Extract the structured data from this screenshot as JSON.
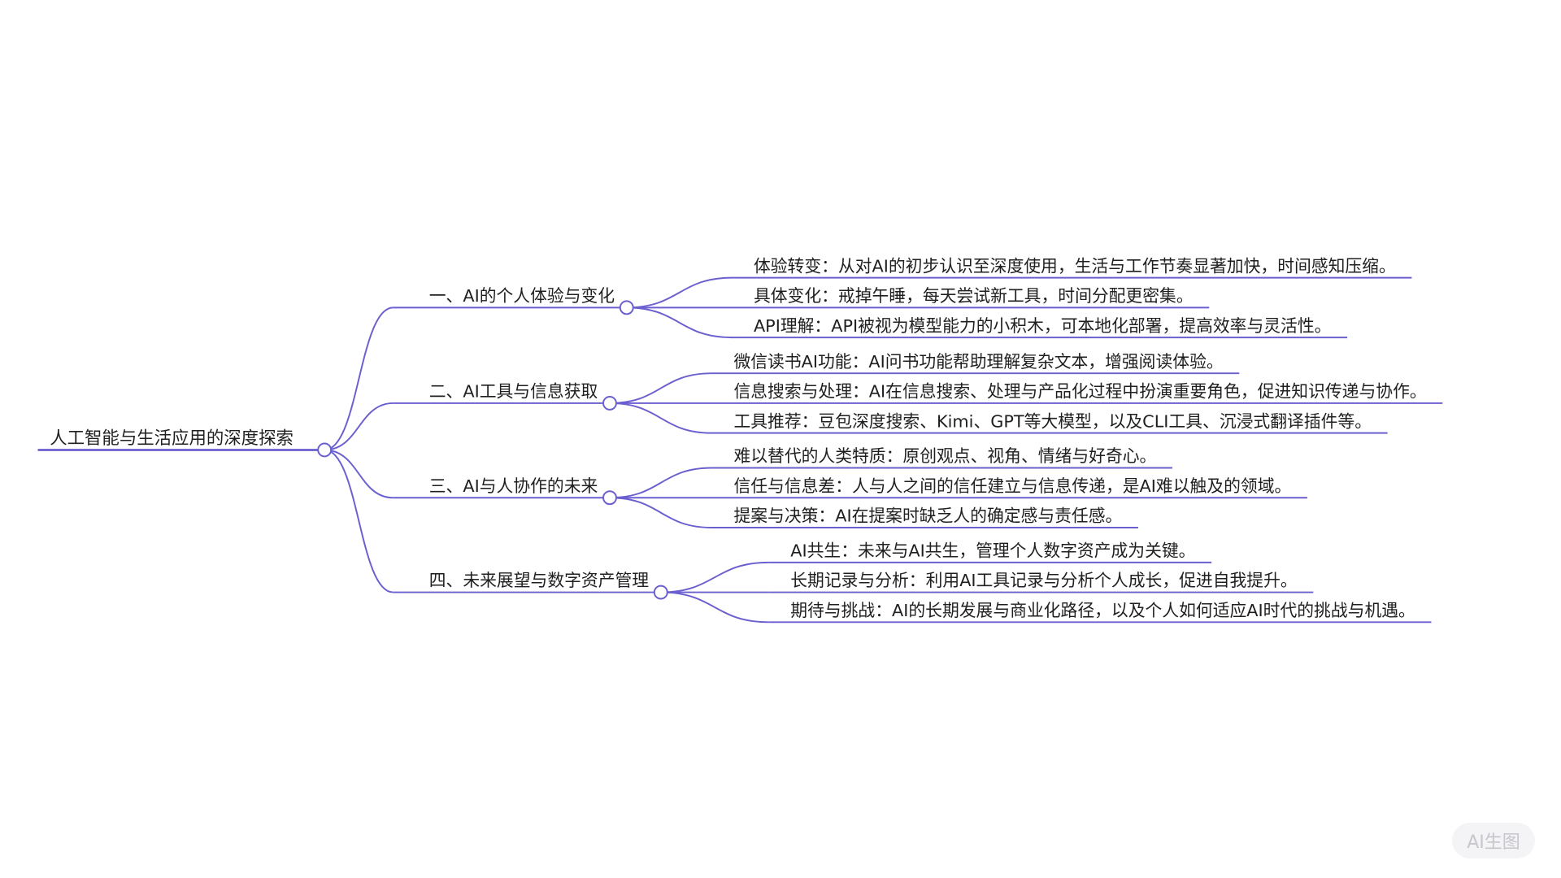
{
  "colors": {
    "line": "#6a5fcf",
    "text": "#1f1f1f",
    "node_fill": "#ffffff"
  },
  "root": {
    "label": "人工智能与生活应用的深度探索"
  },
  "branches": [
    {
      "label": "一、AI的个人体验与变化",
      "children": [
        "体验转变：从对AI的初步认识至深度使用，生活与工作节奏显著加快，时间感知压缩。",
        "具体变化：戒掉午睡，每天尝试新工具，时间分配更密集。",
        "API理解：API被视为模型能力的小积木，可本地化部署，提高效率与灵活性。"
      ]
    },
    {
      "label": "二、AI工具与信息获取",
      "children": [
        "微信读书AI功能：AI问书功能帮助理解复杂文本，增强阅读体验。",
        "信息搜索与处理：AI在信息搜索、处理与产品化过程中扮演重要角色，促进知识传递与协作。",
        "工具推荐：豆包深度搜索、Kimi、GPT等大模型，以及CLI工具、沉浸式翻译插件等。"
      ]
    },
    {
      "label": "三、AI与人协作的未来",
      "children": [
        "难以替代的人类特质：原创观点、视角、情绪与好奇心。",
        "信任与信息差：人与人之间的信任建立与信息传递，是AI难以触及的领域。",
        "提案与决策：AI在提案时缺乏人的确定感与责任感。"
      ]
    },
    {
      "label": "四、未来展望与数字资产管理",
      "children": [
        "AI共生：未来与AI共生，管理个人数字资产成为关键。",
        "长期记录与分析：利用AI工具记录与分析个人成长，促进自我提升。",
        "期待与挑战：AI的长期发展与商业化路径，以及个人如何适应AI时代的挑战与机遇。"
      ]
    }
  ],
  "watermark": "AI生图"
}
